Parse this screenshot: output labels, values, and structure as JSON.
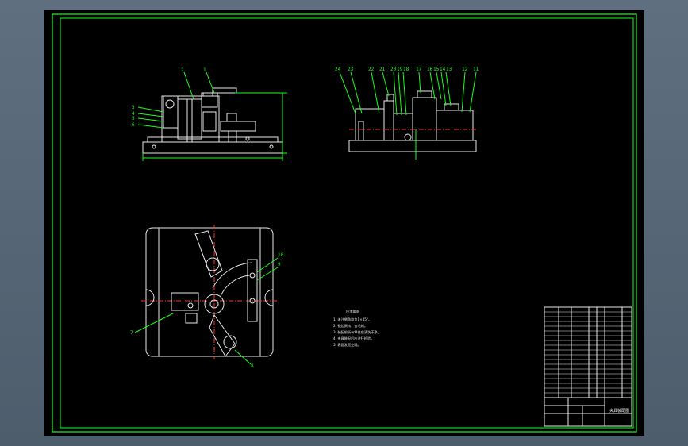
{
  "front_view_labels": [
    "2",
    "1",
    "3",
    "4",
    "5",
    "6"
  ],
  "side_view_labels": [
    "24",
    "23",
    "22",
    "21",
    "20",
    "19",
    "18",
    "17",
    "16",
    "15",
    "14",
    "13",
    "12",
    "11"
  ],
  "plan_view_labels": [
    "10",
    "9",
    "7",
    "8"
  ],
  "tech_requirements": {
    "title": "技术要求",
    "items": [
      "1. 未注倒角均为1×45°。",
      "2. 锐边倒钝，去毛刺。",
      "3. 装配前所有零件应清洗干净。",
      "4. 夹具装配后应进行检验。",
      "5. 表面发黑处理。"
    ]
  },
  "title_block": {
    "drawing_title": "夹具装配图"
  },
  "colors": {
    "geometry": "#e8e8e8",
    "annotation": "#19ff19",
    "centerline": "#ff3030",
    "background": "#000000"
  }
}
